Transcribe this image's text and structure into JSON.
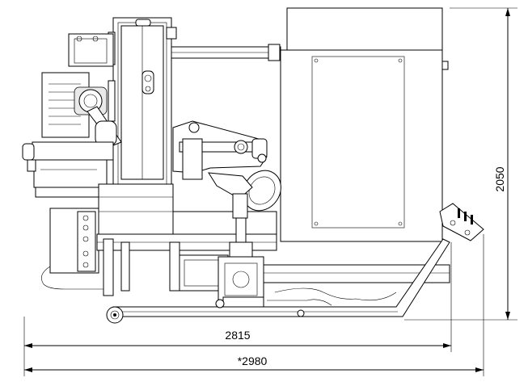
{
  "dimensions": {
    "width_label": "2815",
    "overall_width_label": "*2980",
    "height_label": "2050"
  }
}
